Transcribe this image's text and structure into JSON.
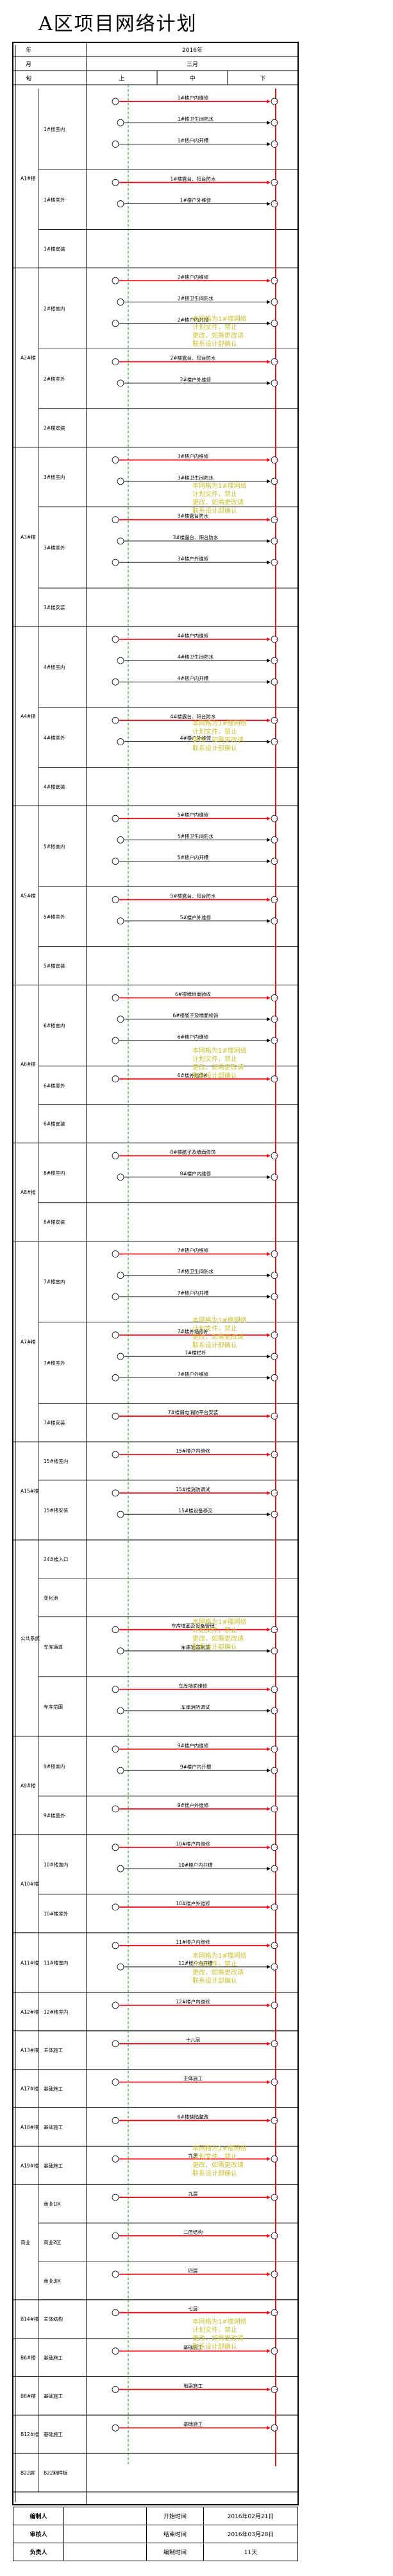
{
  "title": "A区项目网络计划",
  "header": {
    "row_year": "年",
    "row_month": "月",
    "row_day": "旬",
    "year_value": "2016年",
    "month_value": "三月",
    "dekads": [
      "上",
      "中",
      "下"
    ]
  },
  "groups": [
    {
      "name": "A1#楼",
      "rows": [
        {
          "name": "1#楼室内",
          "tasks": [
            "1#楼户内维修",
            "1#楼卫生间防水",
            "1#楼户内开槽"
          ]
        },
        {
          "name": "1#楼室外",
          "tasks": [
            "1#楼露台、阳台防水",
            "1#楼户外维修"
          ]
        },
        {
          "name": "1#楼安装",
          "tasks": []
        }
      ]
    },
    {
      "name": "A2#楼",
      "rows": [
        {
          "name": "2#楼室内",
          "tasks": [
            "2#楼户内维修",
            "2#楼卫生间防水",
            "2#楼户内开槽"
          ]
        },
        {
          "name": "2#楼室外",
          "tasks": [
            "2#楼露台、阳台防水",
            "2#楼户外维修"
          ]
        },
        {
          "name": "2#楼安装",
          "tasks": []
        }
      ]
    },
    {
      "name": "A3#楼",
      "rows": [
        {
          "name": "3#楼室内",
          "tasks": [
            "3#楼户内维修",
            "3#楼卫生间防水"
          ]
        },
        {
          "name": "3#楼室外",
          "tasks": [
            "3#楼露台防水",
            "3#楼露台、阳台防水",
            "3#楼户外维修"
          ]
        },
        {
          "name": "3#楼安装",
          "tasks": []
        }
      ]
    },
    {
      "name": "A4#楼",
      "rows": [
        {
          "name": "4#楼室内",
          "tasks": [
            "4#楼户内维修",
            "4#楼卫生间防水",
            "4#楼户内开槽"
          ]
        },
        {
          "name": "4#楼室外",
          "tasks": [
            "4#楼露台、阳台防水",
            "4#楼户外维修"
          ]
        },
        {
          "name": "4#楼安装",
          "tasks": []
        }
      ]
    },
    {
      "name": "A5#楼",
      "rows": [
        {
          "name": "5#楼室内",
          "tasks": [
            "5#楼户内维修",
            "5#楼卫生间防水",
            "5#楼户内开槽"
          ]
        },
        {
          "name": "5#楼室外",
          "tasks": [
            "5#楼露台、阳台防水",
            "5#楼户外维修"
          ]
        },
        {
          "name": "5#楼安装",
          "tasks": []
        }
      ]
    },
    {
      "name": "A6#楼",
      "rows": [
        {
          "name": "6#楼室内",
          "tasks": [
            "6#楼墙地面验收",
            "6#楼腻子及墙面修饰",
            "6#楼户内维修"
          ]
        },
        {
          "name": "6#楼室外",
          "tasks": [
            "6#楼外墙修补"
          ]
        },
        {
          "name": "6#楼安装",
          "tasks": []
        }
      ]
    },
    {
      "name": "A8#楼",
      "rows": [
        {
          "name": "8#楼室内",
          "tasks": [
            "8#楼腻子及墙面修饰",
            "8#楼户内维修"
          ]
        },
        {
          "name": "8#楼安装",
          "tasks": []
        }
      ]
    },
    {
      "name": "A7#楼",
      "rows": [
        {
          "name": "7#楼室内",
          "tasks": [
            "7#楼户内维修",
            "7#楼卫生间防水",
            "7#楼户内开槽"
          ]
        },
        {
          "name": "7#楼室外",
          "tasks": [
            "7#楼外墙修补",
            "7#楼栏杆",
            "7#楼户外维修"
          ]
        },
        {
          "name": "7#楼安装",
          "tasks": [
            "7#楼弱电消防平台安装"
          ]
        }
      ]
    },
    {
      "name": "A15#楼",
      "rows": [
        {
          "name": "15#楼室内",
          "tasks": [
            "15#楼户内维修"
          ]
        },
        {
          "name": "15#楼安装",
          "tasks": [
            "15#楼消防调试",
            "15#楼设备移交"
          ]
        }
      ]
    },
    {
      "name": "公共系统",
      "rows": [
        {
          "name": "24#楼入口",
          "tasks": []
        },
        {
          "name": "变化池",
          "tasks": []
        },
        {
          "name": "车库通道",
          "tasks": [
            "车库墙面及设备管理",
            "车库通道刷漆"
          ]
        },
        {
          "name": "车库范围",
          "tasks": [
            "车库墙面维修",
            "车库消防调试"
          ]
        }
      ]
    },
    {
      "name": "A9#楼",
      "rows": [
        {
          "name": "9#楼室内",
          "tasks": [
            "9#楼户内维修",
            "9#楼户内开槽"
          ]
        },
        {
          "name": "9#楼室外",
          "tasks": [
            "9#楼户外维修"
          ]
        }
      ]
    },
    {
      "name": "A10#楼",
      "rows": [
        {
          "name": "10#楼室内",
          "tasks": [
            "10#楼户内维修",
            "10#楼户内开槽"
          ]
        },
        {
          "name": "10#楼室外",
          "tasks": [
            "10#楼户外维修"
          ]
        }
      ]
    },
    {
      "name": "A11#楼",
      "rows": [
        {
          "name": "11#楼室内",
          "tasks": [
            "11#楼户内维修",
            "11#楼户内开槽"
          ]
        }
      ]
    },
    {
      "name": "A12#楼",
      "rows": [
        {
          "name": "12#楼室内",
          "tasks": [
            "12#楼户内维修"
          ]
        }
      ]
    },
    {
      "name": "A13#楼",
      "rows": [
        {
          "name": "主体施工",
          "tasks": [
            "十八层"
          ]
        }
      ]
    },
    {
      "name": "A17#楼",
      "rows": [
        {
          "name": "基础施工",
          "tasks": [
            "主体施工"
          ]
        }
      ]
    },
    {
      "name": "A18#楼",
      "rows": [
        {
          "name": "基础施工",
          "tasks": [
            "6#楼缺陷整改"
          ]
        }
      ]
    },
    {
      "name": "A19#楼",
      "rows": [
        {
          "name": "基础施工",
          "tasks": [
            "九层"
          ]
        }
      ]
    },
    {
      "name": "商业",
      "rows": [
        {
          "name": "商业1区",
          "tasks": [
            "九层"
          ]
        },
        {
          "name": "商业2区",
          "tasks": [
            "二层结构"
          ]
        },
        {
          "name": "商业3区",
          "tasks": [
            "四层"
          ]
        }
      ]
    },
    {
      "name": "B14#楼",
      "rows": [
        {
          "name": "主体结构",
          "tasks": [
            "七层"
          ]
        }
      ]
    },
    {
      "name": "B6#楼",
      "rows": [
        {
          "name": "基础施工",
          "tasks": [
            "基础施工"
          ]
        }
      ]
    },
    {
      "name": "B8#楼",
      "rows": [
        {
          "name": "基础施工",
          "tasks": [
            "地梁施工"
          ]
        }
      ]
    },
    {
      "name": "B12#楼",
      "rows": [
        {
          "name": "基础施工",
          "tasks": [
            "基础施工"
          ]
        }
      ]
    },
    {
      "name": "B22层",
      "rows": [
        {
          "name": "B22期样板",
          "tasks": []
        }
      ]
    }
  ],
  "watermark_lines": [
    "本网格为1#楼网络",
    "计划文件，禁止",
    "更改，如需更改请",
    "联系设计部确认"
  ],
  "footer": {
    "rows": [
      {
        "label": "编制人",
        "value": "",
        "date_label": "开始时间",
        "date_value": "2016年02月21日"
      },
      {
        "label": "审核人",
        "value": "",
        "date_label": "结束时间",
        "date_value": "2016年03月28日"
      },
      {
        "label": "负责人",
        "value": "",
        "date_label": "编制时间",
        "date_value": "11天"
      }
    ]
  },
  "colors": {
    "critical": "#e8101a",
    "normal": "#000000",
    "milestone": "#0a8a12",
    "accent": "#3a57d8"
  }
}
